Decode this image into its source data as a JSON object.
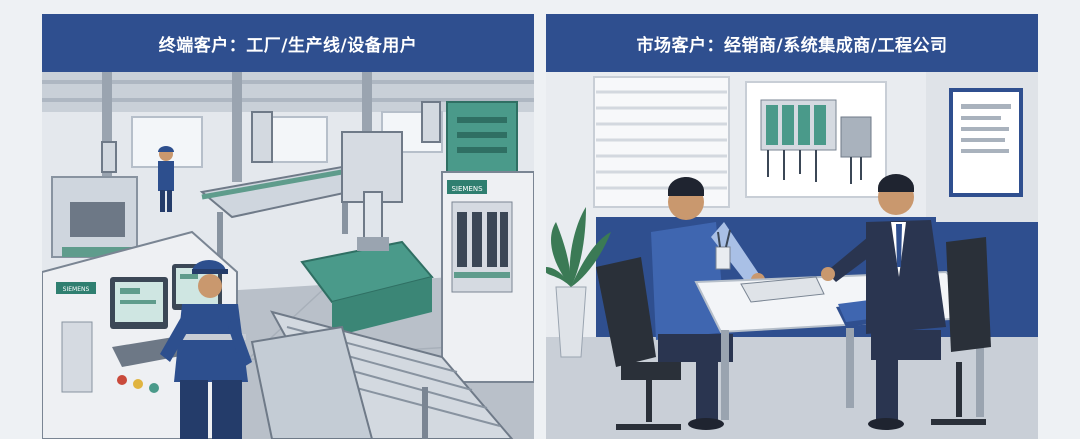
{
  "panels": {
    "left": {
      "title": "终端客户：工厂/生产线/设备用户",
      "machine_brand": "SIEMENS"
    },
    "right": {
      "title": "市场客户：经销商/系统集成商/工程公司"
    }
  },
  "colors": {
    "header_blue": "#2f4f8f",
    "machine_teal": "#4a9a8a",
    "suit_navy": "#2a3550",
    "shirt_blue": "#3f66b0"
  }
}
